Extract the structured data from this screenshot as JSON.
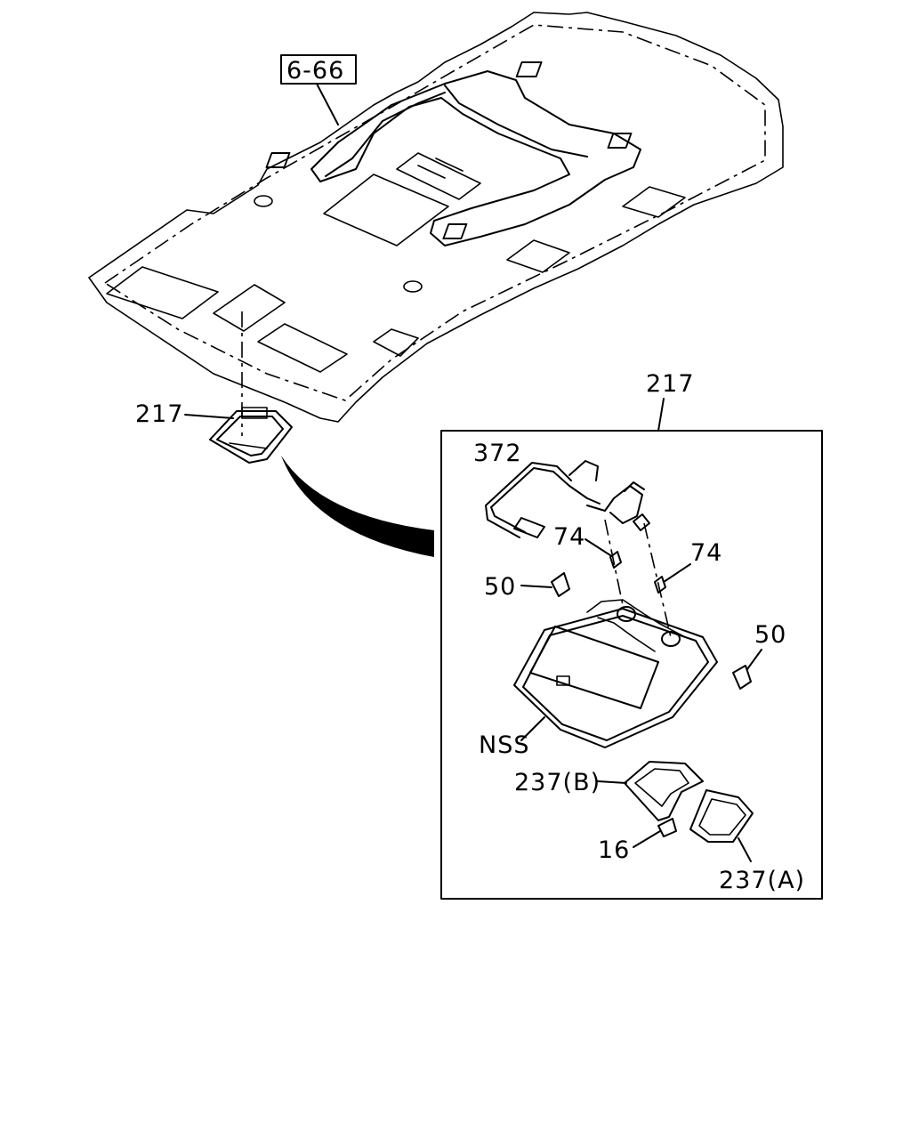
{
  "labels": {
    "ref_box": "6-66",
    "lamp_assembly_left": "217",
    "lamp_assembly_detail": "217",
    "harness": "372",
    "bulb_left": "74",
    "bulb_right": "74",
    "clip_left": "50",
    "clip_right": "50",
    "housing": "NSS",
    "lens_b": "237(B)",
    "lens_a": "237(A)",
    "switch": "16"
  }
}
